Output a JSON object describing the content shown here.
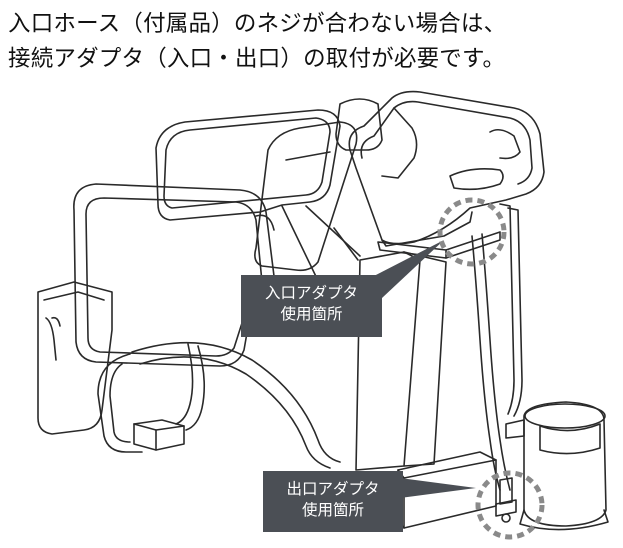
{
  "heading": {
    "line1": "入口ホース（付属品）のネジが合わない場合は、",
    "line2": "接続アダプタ（入口・出口）の取付が必要です。"
  },
  "callouts": {
    "inlet": {
      "line1": "入口アダプタ",
      "line2": "使用箇所"
    },
    "outlet": {
      "line1": "出口アダプタ",
      "line2": "使用箇所"
    }
  },
  "colors": {
    "callout_bg": "#4b4f55",
    "highlight_circle": "#8a8a8a",
    "line_art": "#2a2a2a"
  }
}
